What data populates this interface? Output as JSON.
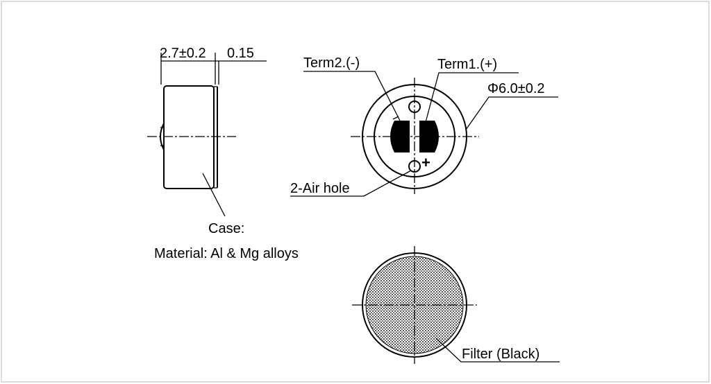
{
  "labels": {
    "thickness": "2.7±0.2",
    "offset": "0.15",
    "term2": "Term2.(-)",
    "term1": "Term1.(+)",
    "diameter": "Φ6.0±0.2",
    "air_hole": "2-Air hole",
    "case_title": "Case:",
    "case_material": "Material: Al & Mg alloys",
    "filter": "Filter (Black)",
    "plus_mark": "+"
  },
  "colors": {
    "line": "#000000",
    "background": "#ffffff",
    "filter_fill": "#8a8a8a"
  }
}
